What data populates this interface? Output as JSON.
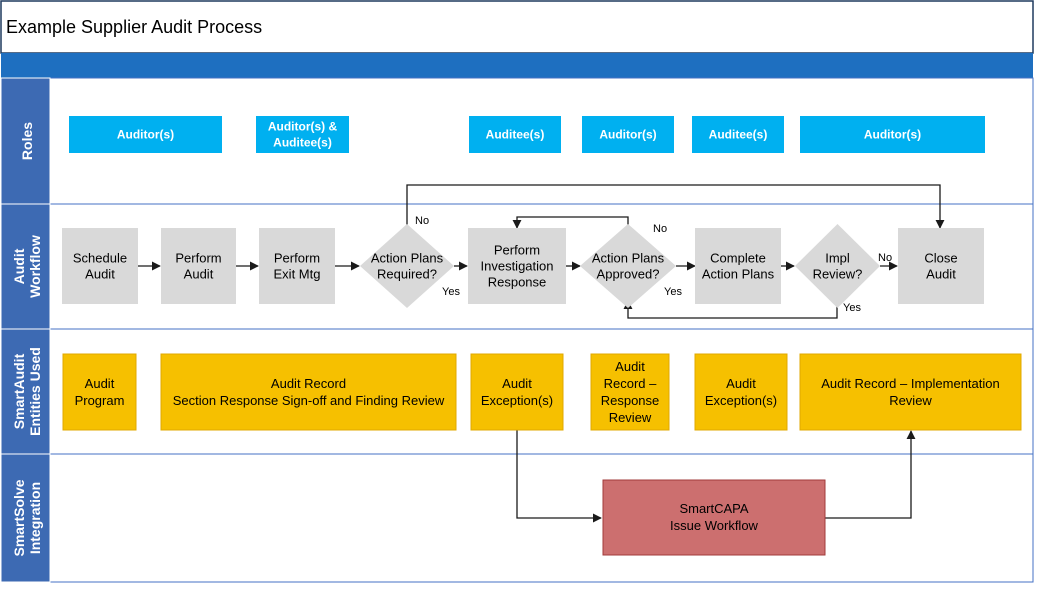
{
  "title": "Example Supplier Audit Process",
  "colors": {
    "frame": "#1f3a5f",
    "header_band": "#1e6fc0",
    "lane_label": "#3d6ab3",
    "lane_border": "#4472c4",
    "role_box": "#00b0f0",
    "step_box": "#d9d9d9",
    "entity_box": "#f6c000",
    "entity_border": "#e0a800",
    "capa_box": "#cc6f6f",
    "capa_border": "#a23b3b",
    "arrow": "#1a1a1a"
  },
  "lanes": [
    {
      "id": "roles",
      "label": [
        "Roles"
      ]
    },
    {
      "id": "workflow",
      "label": [
        "Audit",
        "Workflow"
      ]
    },
    {
      "id": "entities",
      "label": [
        "SmartAudit",
        "Entities Used"
      ]
    },
    {
      "id": "integration",
      "label": [
        "SmartSolve",
        "Integration"
      ]
    }
  ],
  "roles": [
    {
      "lines": [
        "Auditor(s)"
      ]
    },
    {
      "lines": [
        "Auditor(s) &",
        "Auditee(s)"
      ]
    },
    {
      "lines": [
        "Auditee(s)"
      ]
    },
    {
      "lines": [
        "Auditor(s)"
      ]
    },
    {
      "lines": [
        "Auditee(s)"
      ]
    },
    {
      "lines": [
        "Auditor(s)"
      ]
    }
  ],
  "workflow_steps": [
    {
      "id": "schedule",
      "kind": "process",
      "lines": [
        "Schedule",
        "Audit"
      ]
    },
    {
      "id": "perform_audit",
      "kind": "process",
      "lines": [
        "Perform",
        "Audit"
      ]
    },
    {
      "id": "exit_mtg",
      "kind": "process",
      "lines": [
        "Perform",
        "Exit Mtg"
      ]
    },
    {
      "id": "ap_required",
      "kind": "decision",
      "lines": [
        "Action Plans",
        "Required?"
      ]
    },
    {
      "id": "investigation",
      "kind": "process",
      "lines": [
        "Perform",
        "Investigation",
        "Response"
      ]
    },
    {
      "id": "ap_approved",
      "kind": "decision",
      "lines": [
        "Action Plans",
        "Approved?"
      ]
    },
    {
      "id": "complete_ap",
      "kind": "process",
      "lines": [
        "Complete",
        "Action Plans"
      ]
    },
    {
      "id": "impl_review",
      "kind": "decision",
      "lines": [
        "Impl",
        "Review?"
      ]
    },
    {
      "id": "close",
      "kind": "process",
      "lines": [
        "Close",
        "Audit"
      ]
    }
  ],
  "branch_labels": {
    "no": "No",
    "yes": "Yes"
  },
  "entities": [
    {
      "lines": [
        "Audit",
        "Program"
      ]
    },
    {
      "lines": [
        "Audit Record",
        "Section Response Sign-off and Finding Review"
      ]
    },
    {
      "lines": [
        "Audit",
        "Exception(s)"
      ]
    },
    {
      "lines": [
        "Audit",
        "Record –",
        "Response",
        "Review"
      ]
    },
    {
      "lines": [
        "Audit",
        "Exception(s)"
      ]
    },
    {
      "lines": [
        "Audit Record – Implementation",
        "Review"
      ]
    }
  ],
  "integration": {
    "lines": [
      "SmartCAPA",
      "Issue Workflow"
    ]
  }
}
